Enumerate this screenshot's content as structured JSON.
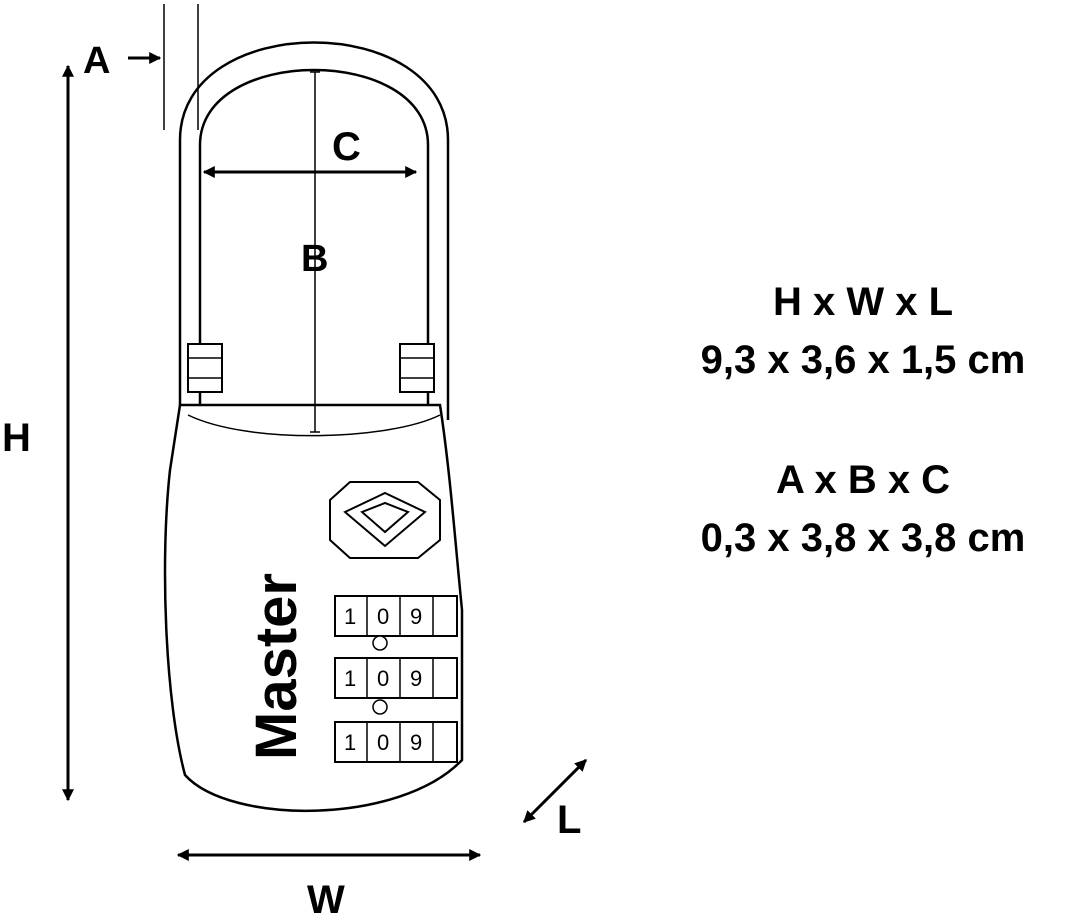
{
  "dimension_labels": {
    "a": "A",
    "b": "B",
    "c": "C",
    "h": "H",
    "w": "W",
    "l": "L"
  },
  "brand": "Master",
  "dials": [
    {
      "digits": [
        "1",
        "0",
        "9"
      ]
    },
    {
      "digits": [
        "1",
        "0",
        "9"
      ]
    },
    {
      "digits": [
        "1",
        "0",
        "9"
      ]
    }
  ],
  "specs": {
    "outer_label": "H x W x L",
    "outer_value": "9,3 x 3,6 x 1,5 cm",
    "shackle_label": "A x B x C",
    "shackle_value": "0,3 x 3,8 x 3,8 cm"
  }
}
